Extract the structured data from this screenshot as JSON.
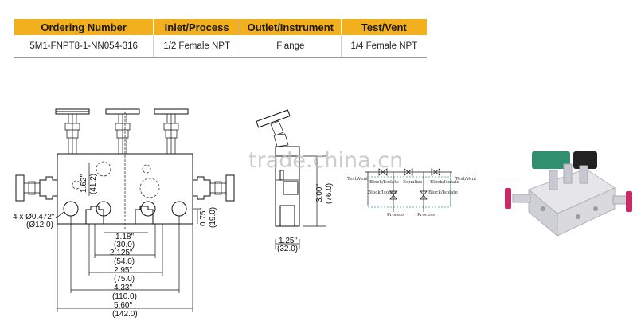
{
  "table": {
    "headers": [
      "Ordering Number",
      "Inlet/Process",
      "Outlet/Instrument",
      "Test/Vent"
    ],
    "rows": [
      [
        "5M1-FNPT8-1-NN054-316",
        "1/2 Female NPT",
        "Flange",
        "1/4 Female NPT"
      ]
    ]
  },
  "drawing": {
    "front_dims": {
      "vertical_1": "1.62\"",
      "vertical_1_mm": "(41.2)",
      "hole": "4 x Ø0.472\"",
      "hole_mm": "(Ø12.0)",
      "right_h": "0.75\"",
      "right_h_mm": "(19.0)",
      "d1": "1.18\"",
      "d1_mm": "(30.0)",
      "d2": "2.125\"",
      "d2_mm": "(54.0)",
      "d3": "2.95\"",
      "d3_mm": "(75.0)",
      "d4": "4.33\"",
      "d4_mm": "(110.0)",
      "d5": "5.60\"",
      "d5_mm": "(142.0)"
    },
    "side_dims": {
      "height": "3.00\"",
      "height_mm": "(76.0)",
      "width": "1.25\"",
      "width_mm": "(32.0)"
    }
  },
  "schematic": {
    "test_vent_left": "Test/Vent",
    "test_vent_right": "Test/Vent",
    "block_top_left": "Block/Isolate",
    "equalize": "Equalize",
    "block_top_right": "Block/Isolate",
    "block_left": "Block/Isolate",
    "block_right": "Block/Isolate",
    "process_left": "Process",
    "process_right": "Process"
  },
  "watermark": "trade.china.cn",
  "colors": {
    "header_bg": "#f2b01e",
    "photo_valve": "#cc2a66",
    "photo_knob": "#2f8f6e"
  }
}
